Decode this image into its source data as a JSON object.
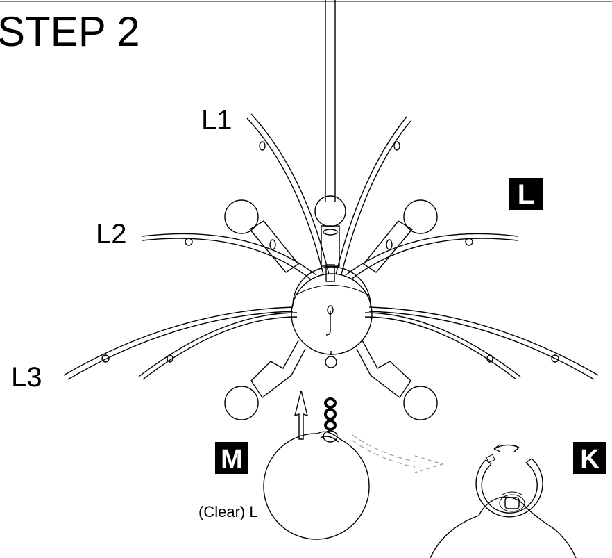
{
  "title": "STEP 2",
  "labels": {
    "l1": "L1",
    "l2": "L2",
    "l3": "L3",
    "clear_bulb": "(Clear) L"
  },
  "badges": {
    "l": "L",
    "m": "M",
    "k": "K"
  },
  "colors": {
    "ink": "#000000",
    "background": "#ffffff",
    "dashed_arrow": "#999999"
  }
}
